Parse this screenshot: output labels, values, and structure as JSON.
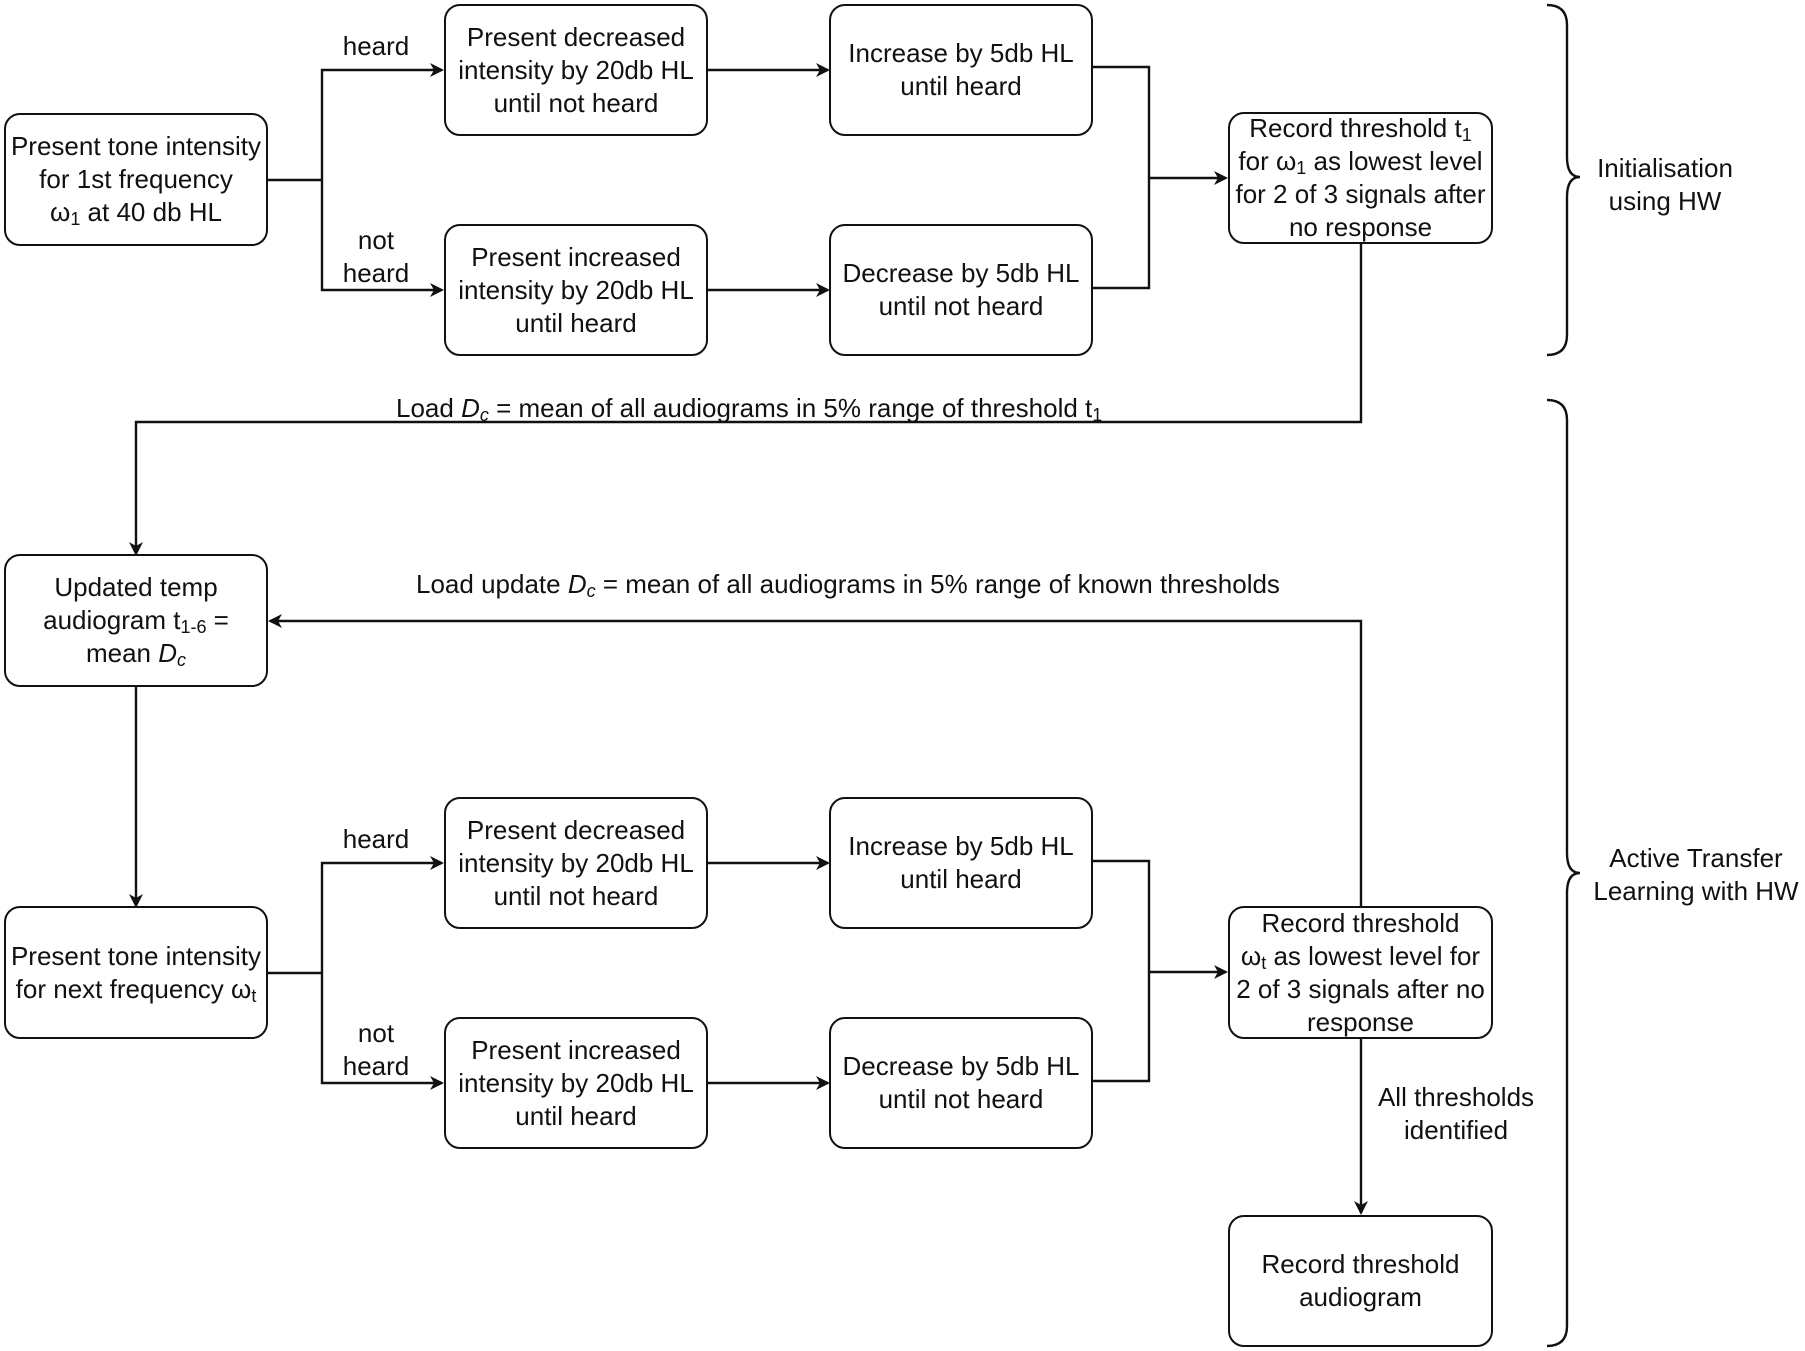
{
  "nodes": {
    "present_tone_first": {
      "line1": "Present tone intensity",
      "line2": "for 1st frequency",
      "line3_pre": "ω",
      "line3_sub": "1",
      "line3_post": " at 40 db HL"
    },
    "decreased_top": {
      "line1": "Present decreased",
      "line2": "intensity by 20db HL",
      "line3": "until not heard"
    },
    "increased_top": {
      "line1": "Present increased",
      "line2": "intensity by 20db HL",
      "line3": "until heard"
    },
    "increase_5_top": {
      "line1": "Increase by 5db HL",
      "line2": "until heard"
    },
    "decrease_5_top": {
      "line1": "Decrease by 5db HL",
      "line2": "until not heard"
    },
    "record_t1": {
      "line1_pre": "Record threshold t",
      "line1_sub": "1",
      "line2_pre": "for ω",
      "line2_sub": "1",
      "line2_post": " as lowest level",
      "line3": "for 2 of 3 signals after",
      "line4": "no response"
    },
    "updated_temp": {
      "line1": "Updated temp",
      "line2_pre": "audiogram t",
      "line2_sub": "1-6",
      "line2_post": " =",
      "line3_pre": "mean ",
      "line3_var": "D",
      "line3_sub": "c"
    },
    "present_tone_next": {
      "line1": "Present tone intensity",
      "line2_pre": "for next frequency ω",
      "line2_sub": "t"
    },
    "decreased_bottom": {
      "line1": "Present decreased",
      "line2": "intensity by 20db HL",
      "line3": "until not heard"
    },
    "increased_bottom": {
      "line1": "Present increased",
      "line2": "intensity by 20db HL",
      "line3": "until heard"
    },
    "increase_5_bottom": {
      "line1": "Increase by 5db HL",
      "line2": "until heard"
    },
    "decrease_5_bottom": {
      "line1": "Decrease by 5db HL",
      "line2": "until not heard"
    },
    "record_wt": {
      "line1": "Record threshold",
      "line2_pre": "ω",
      "line2_sub": "t",
      "line2_post": " as lowest level for",
      "line3": "2 of 3 signals after no",
      "line4": "response"
    },
    "record_audiogram": {
      "line1": "Record threshold",
      "line2": "audiogram"
    }
  },
  "edge_labels": {
    "heard_top": "heard",
    "not_heard_top_1": "not",
    "not_heard_top_2": "heard",
    "heard_bottom": "heard",
    "not_heard_bottom_1": "not",
    "not_heard_bottom_2": "heard",
    "load_dc": {
      "pre": "Load ",
      "var": "D",
      "sub": "c",
      "mid": " = mean of all audiograms in 5% range of threshold t",
      "sub2": "1"
    },
    "load_update_dc": {
      "pre": "Load update ",
      "var": "D",
      "sub": "c",
      "post": " = mean of all audiograms in 5% range of known thresholds"
    },
    "all_identified_1": "All thresholds",
    "all_identified_2": "identified"
  },
  "sections": {
    "initialisation_1": "Initialisation",
    "initialisation_2": "using HW",
    "active_1": "Active Transfer",
    "active_2": "Learning with HW"
  }
}
